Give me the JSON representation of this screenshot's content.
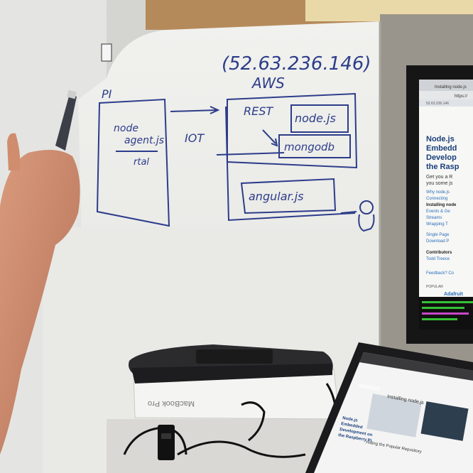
{
  "whiteboard": {
    "ip_address": "(52.63.236.146)",
    "aws_label": "AWS",
    "pi_label": "PI",
    "node_agent_line1": "node",
    "node_agent_line2": "agent.js",
    "node_agent_line3": "rtal",
    "iot_label": "IOT",
    "rest_label": "REST",
    "nodejs_box": "node.js",
    "mongodb_box": "mongodb",
    "angularjs_box": "angular.js"
  },
  "monitor": {
    "tab_label": "Installing node.js",
    "address": "https://",
    "ip_small": "52.63.236.146",
    "heading_line1": "Node.js",
    "heading_line2": "Embedd",
    "heading_line3": "Develop",
    "heading_line4": "the Rasp",
    "intro_line1": "Get you a R",
    "intro_line2": "you some js",
    "links": [
      "Why node.js",
      "Connecting",
      "Installing node",
      "Events & Ge",
      "Streams",
      "Wrapping T"
    ],
    "links2": [
      "Single Page",
      "Download P"
    ],
    "contributors": "Contributors",
    "contributor_name": "Todd Treece",
    "feedback": "Feedback? Co",
    "popular": "POPULAR",
    "adafruit": "Adafruit"
  },
  "box": {
    "label": "MacBook Pro"
  },
  "laptop": {
    "site": "adafruit",
    "article_title": "Installing node.js",
    "subtitle_line1": "Node.js",
    "subtitle_line2": "Embedded",
    "subtitle_line3": "Development on",
    "subtitle_line4": "the Raspberry Pi",
    "caption": "Hiding the Popular Repository"
  }
}
